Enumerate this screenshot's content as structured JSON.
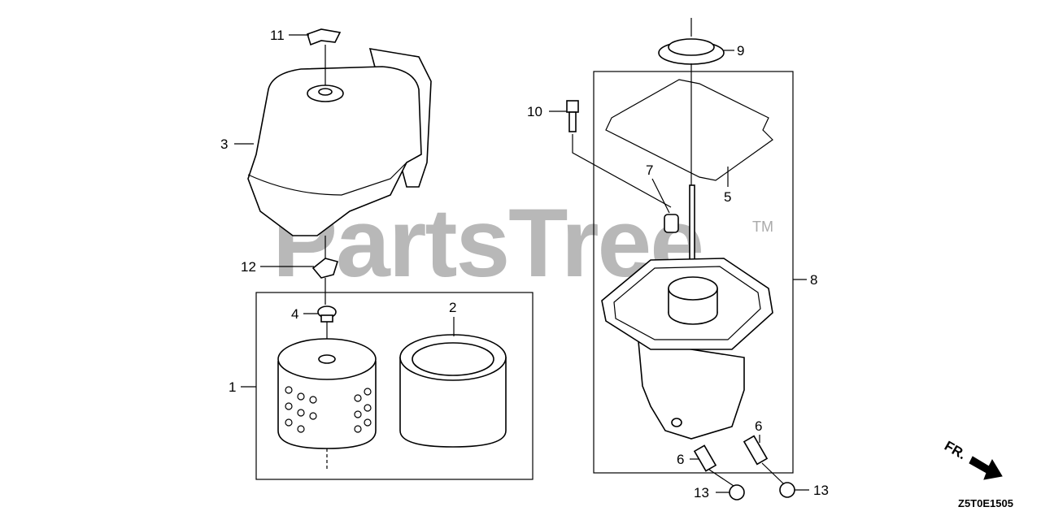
{
  "diagram": {
    "watermark": "PartsTree",
    "trademark": "TM",
    "direction_label": "FR.",
    "diagram_code": "Z5T0E1505",
    "callouts": {
      "c1": "1",
      "c2": "2",
      "c3": "3",
      "c4": "4",
      "c5": "5",
      "c6a": "6",
      "c6b": "6",
      "c7": "7",
      "c8": "8",
      "c9": "9",
      "c10": "10",
      "c11": "11",
      "c12": "12",
      "c13a": "13",
      "c13b": "13"
    }
  }
}
